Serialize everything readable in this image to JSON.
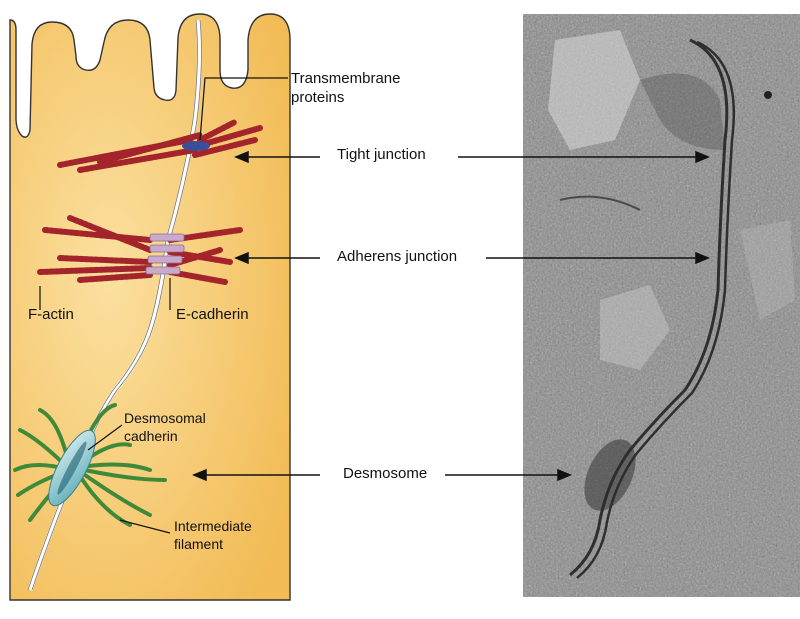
{
  "labels": {
    "transmembrane_line1": "Transmembrane",
    "transmembrane_line2": "proteins",
    "tight_junction": "Tight junction",
    "adherens_junction": "Adherens junction",
    "desmosome": "Desmosome",
    "f_actin": "F-actin",
    "e_cadherin": "E-cadherin",
    "desmosomal_line1": "Desmosomal",
    "desmosomal_line2": "cadherin",
    "intermediate_line1": "Intermediate",
    "intermediate_line2": "filament"
  },
  "colors": {
    "cell_fill": "#f5c668",
    "cell_outline": "#333333",
    "actin": "#a3242a",
    "intermediate_filament": "#3f8a3a",
    "cadherin_plate": "#c9a9cc",
    "desmosome_plaque": "#7fc0c8",
    "tight_junction_protein": "#3a4f9c",
    "micrograph": "#8a8a8a"
  }
}
